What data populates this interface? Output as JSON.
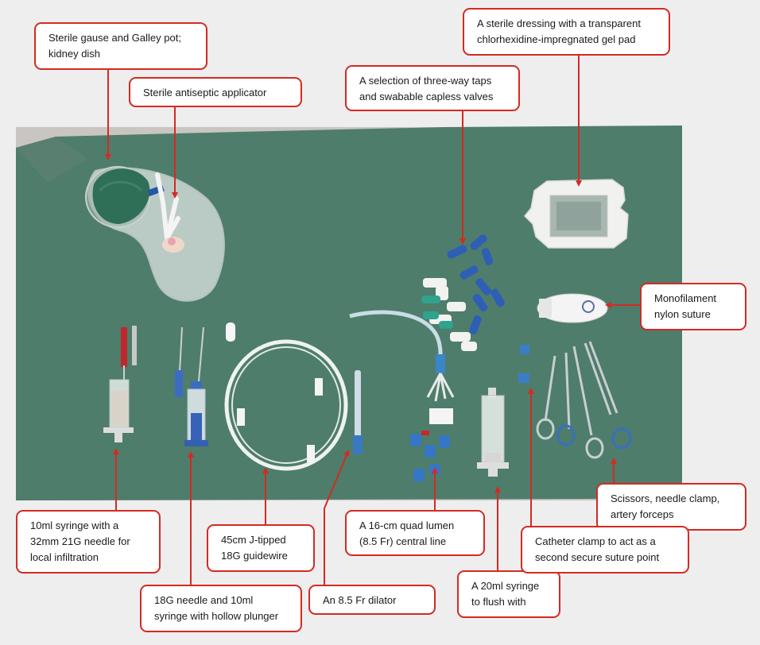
{
  "figure": {
    "accent_color": "#d42a22",
    "labels": {
      "gauze": "Sterile gause and Galley pot;\nkidney dish",
      "antiseptic": "Sterile antiseptic applicator",
      "dressing": "A sterile dressing with a transparent\nchlorhexidine-impregnated gel pad",
      "taps": "A selection of three-way taps\nand  swabable capless valves",
      "suture": "Monofilament\nnylon suture",
      "syringe10": "10ml syringe with a\n32mm 21G needle for\nlocal infiltration",
      "needle18": "18G needle and 10ml\nsyringe with hollow plunger",
      "guidewire": "45cm J-tipped\n18G guidewire",
      "dilator": "An 8.5 Fr dilator",
      "central_line": "A 16-cm quad lumen\n(8.5 Fr) central line",
      "syringe20": "A 20ml syringe\nto flush with",
      "scissors": "Scissors, needle clamp,\nartery forceps",
      "clamp": "Catheter clamp to act as a\nsecond secure suture point"
    }
  }
}
